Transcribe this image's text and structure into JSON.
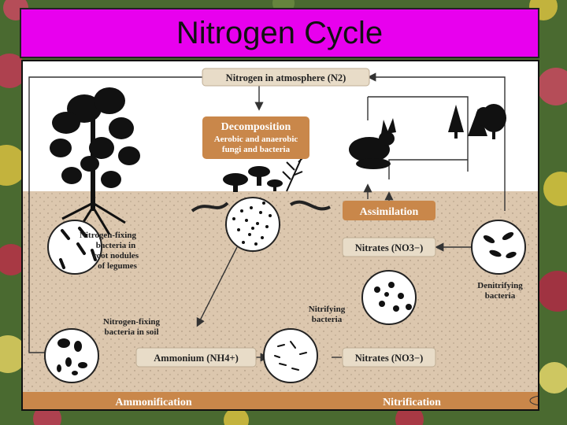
{
  "title": "Nitrogen Cycle",
  "diagram": {
    "atmosphere": "Nitrogen in atmosphere (N2)",
    "decomposition_title": "Decomposition",
    "decomposition_sub": [
      "Aerobic and anaerobic",
      "fungi and bacteria"
    ],
    "assimilation": "Assimilation",
    "nitrates_upper": "Nitrates (NO3−)",
    "nitrates_lower": "Nitrates (NO3−)",
    "ammonium": "Ammonium (NH4+)",
    "fixing_nodules": [
      "Nitrogen-fixing",
      "bacteria in",
      "root nodules",
      "of legumes"
    ],
    "fixing_soil": [
      "Nitrogen-fixing",
      "bacteria in soil"
    ],
    "nitrifying": [
      "Nitrifying",
      "bacteria"
    ],
    "denitrifying": [
      "Denitrifying",
      "bacteria"
    ],
    "ammonification": "Ammonification",
    "nitrification": "Nitrification"
  },
  "colors": {
    "title_bg": "#e800ee",
    "sky": "#ffffff",
    "soil": "#dcc7ae",
    "label_box": "#e8dcc8",
    "process_box": "#c9874a",
    "bottom_band": "#c9874a"
  }
}
